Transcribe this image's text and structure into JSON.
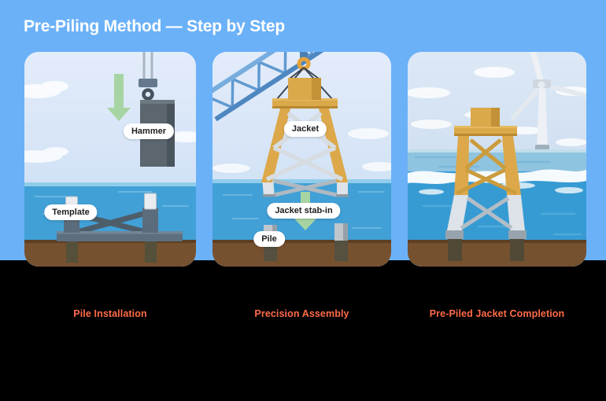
{
  "header": {
    "title": "Pre-Piling Method — Step by Step"
  },
  "steps": [
    {
      "id": "pile-installation",
      "caption": "Pile Installation",
      "labels": {
        "hammer": "Hammer",
        "template": "Template"
      }
    },
    {
      "id": "precision-assembly",
      "caption": "Precision Assembly",
      "labels": {
        "jacket": "Jacket",
        "stab_in": "Jacket stab-in",
        "pile": "Pile"
      }
    },
    {
      "id": "pre-piled-jacket-completion",
      "caption": "Pre-Piled Jacket Completion",
      "labels": {}
    }
  ],
  "colors": {
    "page_background": "#6bb1f8",
    "footer_background": "#000000",
    "title_text": "#ffffff",
    "caption_text": "#ff6b49",
    "label_pill_background": "#ffffff",
    "label_pill_text": "#1d1d1f",
    "water": "#41a0d6",
    "seabed": "#76512f",
    "jacket_yellow": "#d9a94a",
    "steel_gray": "#5b666f",
    "arrow_green": "#a7d4a3",
    "crane_blue": "#5f9ad0",
    "hook_orange": "#e6a23c"
  }
}
